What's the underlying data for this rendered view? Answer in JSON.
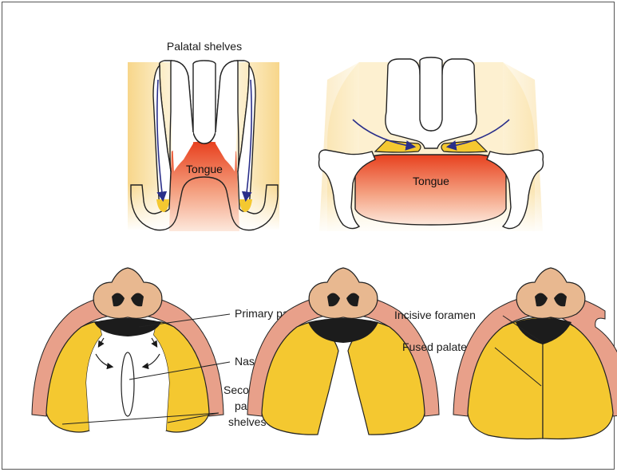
{
  "labels": {
    "palatal_shelves": "Palatal shelves",
    "tongue_left": "Tongue",
    "tongue_right": "Tongue",
    "primary_palate": "Primary palate",
    "nasal_septum": "Nasal septum",
    "secondary_palatal_shelves": [
      "Secondary",
      "palatal",
      "shelves"
    ],
    "incisive_foramen": "Incisive foramen",
    "fused_palate": "Fused palate"
  },
  "colors": {
    "shelf_yellow": "#f4c830",
    "nose_skin": "#e8b890",
    "lip_pink": "#e8a08a",
    "arrow_blue": "#2a2f8a",
    "tongue_red": "#e84a2a"
  }
}
